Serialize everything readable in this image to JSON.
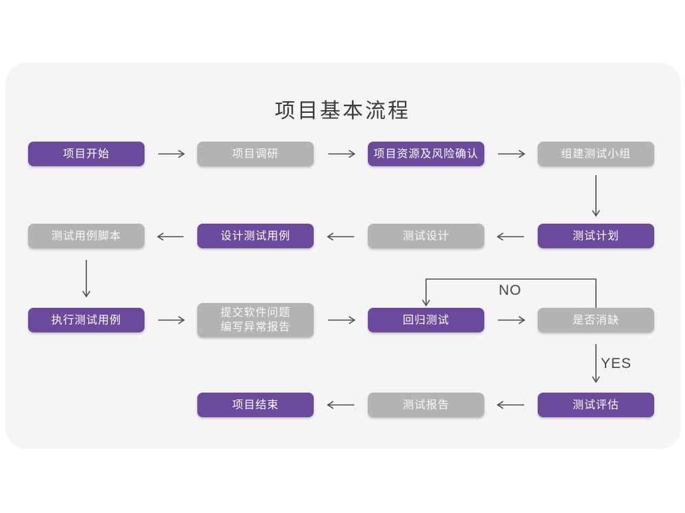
{
  "title": "项目基本流程",
  "colors": {
    "accent": "#6b4a9e",
    "muted": "#b4b4b4",
    "card_bg": "#f5f5f6",
    "arrow": "#4e4e52",
    "title_text": "#3a3a3a",
    "label_text": "#47474b",
    "node_text": "#ffffff"
  },
  "labels": {
    "no": "NO",
    "yes": "YES"
  },
  "nodes": [
    {
      "label": "项目开始",
      "variant": "accent"
    },
    {
      "label": "项目调研",
      "variant": "muted"
    },
    {
      "label": "项目资源及风险确认",
      "variant": "accent"
    },
    {
      "label": "组建测试小组",
      "variant": "muted"
    },
    {
      "label": "测试计划",
      "variant": "accent"
    },
    {
      "label": "测试设计",
      "variant": "muted"
    },
    {
      "label": "设计测试用例",
      "variant": "accent"
    },
    {
      "label": "测试用例脚本",
      "variant": "muted"
    },
    {
      "label": "执行测试用例",
      "variant": "accent"
    },
    {
      "label": "提交软件问题\n编写异常报告",
      "variant": "muted"
    },
    {
      "label": "回归测试",
      "variant": "accent"
    },
    {
      "label": "是否消缺",
      "variant": "muted"
    },
    {
      "label": "测试评估",
      "variant": "accent"
    },
    {
      "label": "测试报告",
      "variant": "muted"
    },
    {
      "label": "项目结束",
      "variant": "accent"
    }
  ]
}
